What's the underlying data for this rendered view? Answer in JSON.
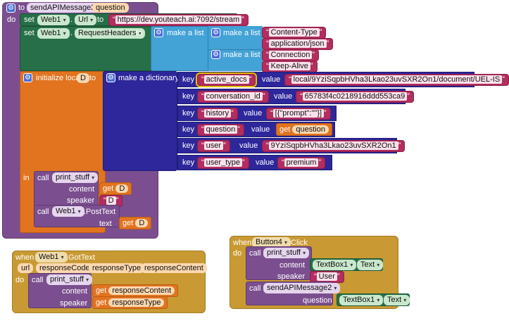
{
  "proc": {
    "to": "to",
    "name": "sendAPIMessage2",
    "param": "question",
    "do": "do"
  },
  "set_url": {
    "set": "set",
    "comp": "Web1",
    "prop": "Url",
    "to": "to",
    "value": "https://dev.youteach.ai:7092/stream"
  },
  "set_headers": {
    "set": "set",
    "comp": "Web1",
    "prop": "RequestHeaders",
    "to": "to",
    "make_list": "make a list",
    "items": [
      "Content-Type",
      "application/json",
      "Connection",
      "Keep-Alive"
    ]
  },
  "local": {
    "label": "initialize local",
    "var": "D",
    "to": "to",
    "make_dict": "make a dictionary",
    "in": "in"
  },
  "dict": {
    "key_label": "key",
    "value_label": "value",
    "pairs": [
      {
        "key": "active_docs",
        "value": "local/9YziSqpbHVha3Lkao23uvSXR2On1/document/UEL-IS"
      },
      {
        "key": "conversation_id",
        "value": "65783f4c0218916ddd553ca9"
      },
      {
        "key": "history",
        "value": "[{\"prompt\":\"\"}]"
      },
      {
        "key": "question",
        "value": "question"
      },
      {
        "key": "user",
        "value": "9YziSqpbHVha3Lkao23uvSXR2On1"
      },
      {
        "key": "user_type",
        "value": "premium"
      }
    ]
  },
  "get_label": "get",
  "call_print": {
    "call": "call",
    "name": "print_stuff",
    "content": "content",
    "speaker": "speaker",
    "get_var": "D",
    "speaker_value": "D"
  },
  "call_post": {
    "call": "call",
    "comp": "Web1",
    "method": ".PostText",
    "text": "text",
    "get_var": "D"
  },
  "gottext": {
    "when": "when",
    "comp": "Web1",
    "event": ".GotText",
    "params": [
      "url",
      "responseCode",
      "responseType",
      "responseContent"
    ],
    "do": "do",
    "call": "call",
    "name": "print_stuff",
    "content": "content",
    "speaker": "speaker",
    "content_var": "responseContent",
    "speaker_var": "responseType"
  },
  "button4": {
    "when": "when",
    "comp": "Button4",
    "event": ".Click",
    "do": "do",
    "call1": "call",
    "name1": "print_stuff",
    "content": "content",
    "comp_tb": "TextBox1",
    "prop_text": "Text",
    "speaker": "speaker",
    "speaker_value": "User",
    "call2": "call",
    "name2": "sendAPIMessage2",
    "question": "question"
  },
  "colors": {
    "procedure": "#7b4f8f",
    "set_green": "#266f48",
    "list_blue": "#43a2d6",
    "local_orange": "#e2731f",
    "dict_navy": "#2d279b",
    "string": "#b32d5e",
    "event_gold": "#c99a33"
  }
}
